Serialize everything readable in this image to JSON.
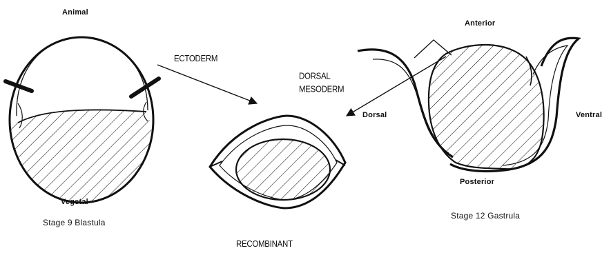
{
  "blastula": {
    "top_label": "Animal",
    "bottom_label": "Vegetal",
    "caption": "Stage 9 Blastula"
  },
  "arrows": {
    "ectoderm": "ECTODERM",
    "dorsal_mesoderm_line1": "DORSAL",
    "dorsal_mesoderm_line2": "MESODERM"
  },
  "recombinant": {
    "caption": "RECOMBINANT"
  },
  "gastrula": {
    "top_label": "Anterior",
    "bottom_label": "Posterior",
    "left_label": "Dorsal",
    "right_label": "Ventral",
    "caption": "Stage 12  Gastrula"
  },
  "colors": {
    "ink": "#111111",
    "background": "#ffffff"
  }
}
